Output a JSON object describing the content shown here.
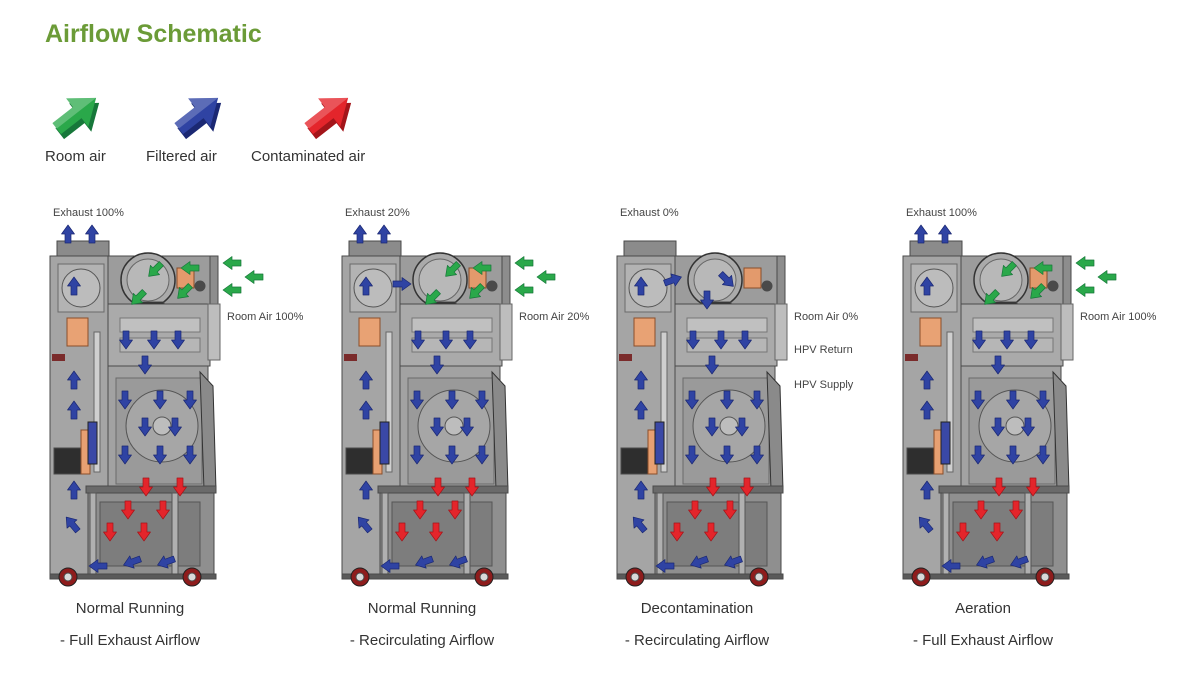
{
  "title": "Airflow Schematic",
  "colors": {
    "title": "#6b9b37",
    "text": "#333333"
  },
  "legend": [
    {
      "label": "Room air",
      "color": "#2aa84a",
      "shade": "#17773a",
      "icon": "green-arrow-icon"
    },
    {
      "label": "Filtered air",
      "color": "#2f43a3",
      "shade": "#1b2873",
      "icon": "blue-arrow-icon"
    },
    {
      "label": "Contaminated air",
      "color": "#e4252b",
      "shade": "#a3151a",
      "icon": "red-arrow-icon"
    }
  ],
  "panels": [
    {
      "exhaust": "Exhaust 100%",
      "room_air": "Room Air 100%",
      "extra_labels": [],
      "mode": "Normal Running",
      "airflow": "- Full Exhaust Airflow",
      "exhaust_arrows": 2,
      "intake_arrows": 3,
      "upper_chamber_air": "room"
    },
    {
      "exhaust": "Exhaust 20%",
      "room_air": "Room Air 20%",
      "extra_labels": [],
      "mode": "Normal Running",
      "airflow": "- Recirculating Airflow",
      "exhaust_arrows": 2,
      "intake_arrows": 3,
      "upper_chamber_air": "mixed"
    },
    {
      "exhaust": "Exhaust 0%",
      "room_air": "Room Air 0%",
      "extra_labels": [
        "HPV Return",
        "HPV Supply"
      ],
      "mode": "Decontamination",
      "airflow": "- Recirculating Airflow",
      "exhaust_arrows": 0,
      "intake_arrows": 0,
      "upper_chamber_air": "filtered"
    },
    {
      "exhaust": "Exhaust 100%",
      "room_air": "Room Air 100%",
      "extra_labels": [],
      "mode": "Aeration",
      "airflow": "- Full Exhaust Airflow",
      "exhaust_arrows": 2,
      "intake_arrows": 3,
      "upper_chamber_air": "room"
    }
  ]
}
